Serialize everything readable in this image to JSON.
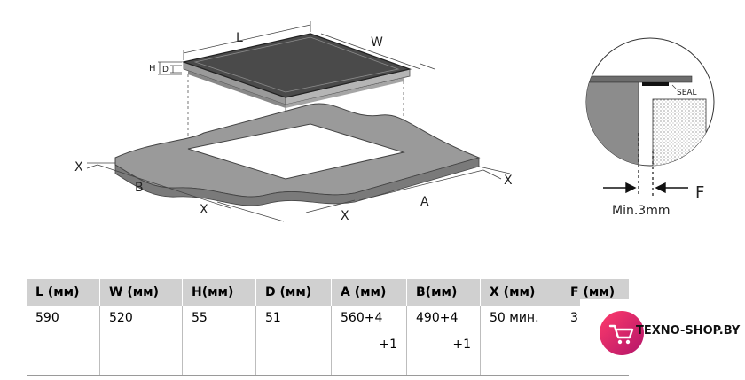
{
  "diagram": {
    "labels": {
      "L": "L",
      "W": "W",
      "H": "H",
      "D": "D",
      "B": "B",
      "A": "A",
      "X": "X",
      "F": "F",
      "seal": "SEAL",
      "min_gap": "Min.3mm"
    }
  },
  "table": {
    "headers": [
      "L (мм)",
      "W (мм)",
      "H(мм)",
      "D (мм)",
      "A (мм)",
      "B(мм)",
      "X (мм)",
      "F (мм)"
    ],
    "row": [
      {
        "line1": "590",
        "line2": ""
      },
      {
        "line1": "520",
        "line2": ""
      },
      {
        "line1": "55",
        "line2": ""
      },
      {
        "line1": "51",
        "line2": ""
      },
      {
        "line1": "560+4",
        "line2": "+1"
      },
      {
        "line1": "490+4",
        "line2": "+1"
      },
      {
        "line1": "50 мин.",
        "line2": ""
      },
      {
        "line1": "3",
        "line2": ""
      }
    ]
  },
  "logo": {
    "text": "TEXNO-SHOP.BY",
    "icon": "cart-icon"
  }
}
